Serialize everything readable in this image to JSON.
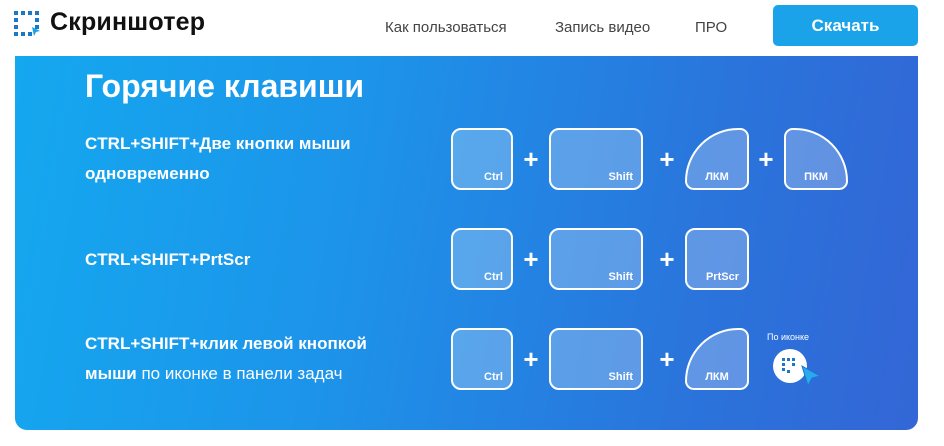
{
  "header": {
    "logo_text": "Скриншотер",
    "nav": [
      "Как пользоваться",
      "Запись видео",
      "ПРО"
    ],
    "download_label": "Скачать"
  },
  "hotkeys": {
    "title": "Горячие клавиши",
    "rows": [
      {
        "line1": "CTRL+SHIFT+Две кнопки мыши",
        "line2": "одновременно",
        "keys": [
          "Ctrl",
          "Shift",
          "ЛКМ",
          "ПКМ"
        ]
      },
      {
        "line1": "CTRL+SHIFT+PrtScr",
        "keys": [
          "Ctrl",
          "Shift",
          "PrtScr"
        ]
      },
      {
        "line1": "CTRL+SHIFT+клик левой кнопкой",
        "line2_bold": "мыши",
        "line2_normal": " по иконке в панели задач",
        "keys": [
          "Ctrl",
          "Shift",
          "ЛКМ"
        ],
        "taskbar_caption": "По иконке"
      }
    ],
    "plus": "+"
  },
  "colors": {
    "brand_blue": "#1aa3e8",
    "panel_gradient_start": "#14a8ef",
    "panel_gradient_end": "#3366d6"
  },
  "icons": [
    "screenshot-logo-icon",
    "mouse-cursor-icon",
    "taskbar-app-icon"
  ]
}
